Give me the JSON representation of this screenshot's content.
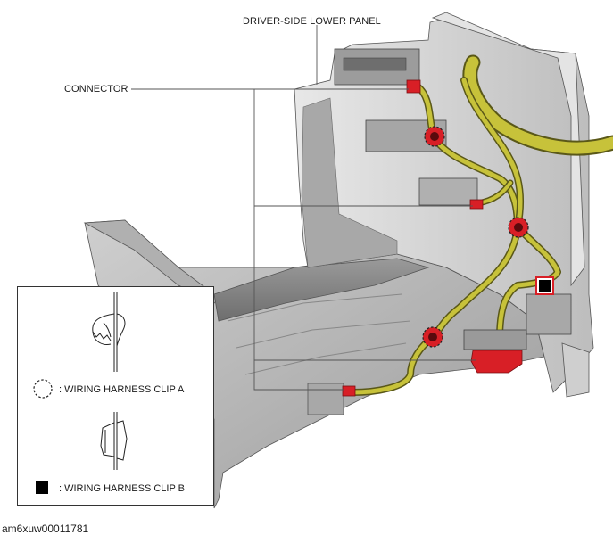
{
  "labels": {
    "panel": "DRIVER-SIDE LOWER PANEL",
    "connector": "CONNECTOR"
  },
  "legend": {
    "clip_a": ": WIRING HARNESS CLIP A",
    "clip_b": ": WIRING HARNESS CLIP B"
  },
  "document_id": "am6xuw00011781",
  "colors": {
    "harness": "#c7c23a",
    "connector": "#d81f26",
    "panel_dark": "#8e8e8e",
    "panel_mid": "#b8b8b8",
    "panel_light": "#d8d8d8",
    "leader": "#555555"
  }
}
